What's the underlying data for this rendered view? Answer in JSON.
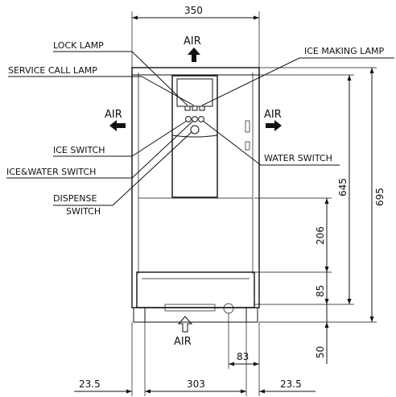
{
  "labels": {
    "lock_lamp": "LOCK LAMP",
    "service_call_lamp": "SERVICE CALL LAMP",
    "ice_making_lamp": "ICE MAKING LAMP",
    "ice_switch": "ICE SWITCH",
    "ice_water_switch": "ICE&WATER SWITCH",
    "water_switch": "WATER SWITCH",
    "dispense_switch_line1": "DISPENSE",
    "dispense_switch_line2": "SWITCH"
  },
  "airflow": {
    "top": "AIR",
    "left": "AIR",
    "right": "AIR",
    "bottom": "AIR"
  },
  "dimensions": {
    "overall_width": "350",
    "body_width": "303",
    "side_left": "23.5",
    "side_right": "23.5",
    "offset_83": "83",
    "height_695": "695",
    "height_645": "645",
    "height_206": "206",
    "height_85": "85",
    "height_50": "50"
  }
}
